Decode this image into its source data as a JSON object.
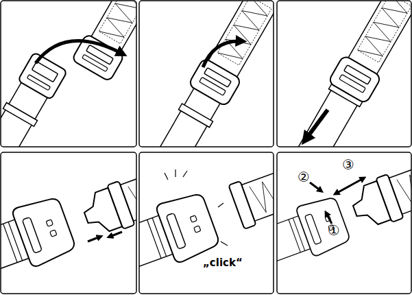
{
  "diagram": {
    "labels": [
      "„click“",
      "②",
      "③",
      "①"
    ]
  }
}
